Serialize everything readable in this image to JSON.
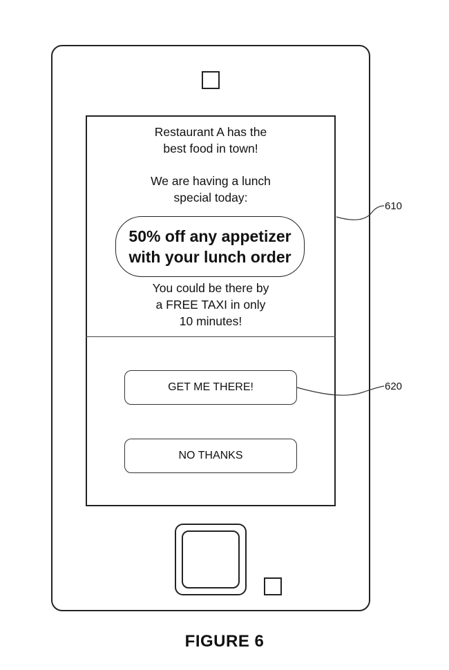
{
  "screen": {
    "headline": "Restaurant A has the\nbest food in town!",
    "subline": "We are having a lunch\nspecial today:",
    "offer": "50% off any appetizer\nwith your lunch order",
    "promo": "You could be there by\na FREE TAXI in only\n10 minutes!"
  },
  "buttons": {
    "accept_label": "GET ME THERE!",
    "decline_label": "NO THANKS"
  },
  "references": {
    "screen_ref": "610",
    "button_ref": "620"
  },
  "caption": "FIGURE 6"
}
